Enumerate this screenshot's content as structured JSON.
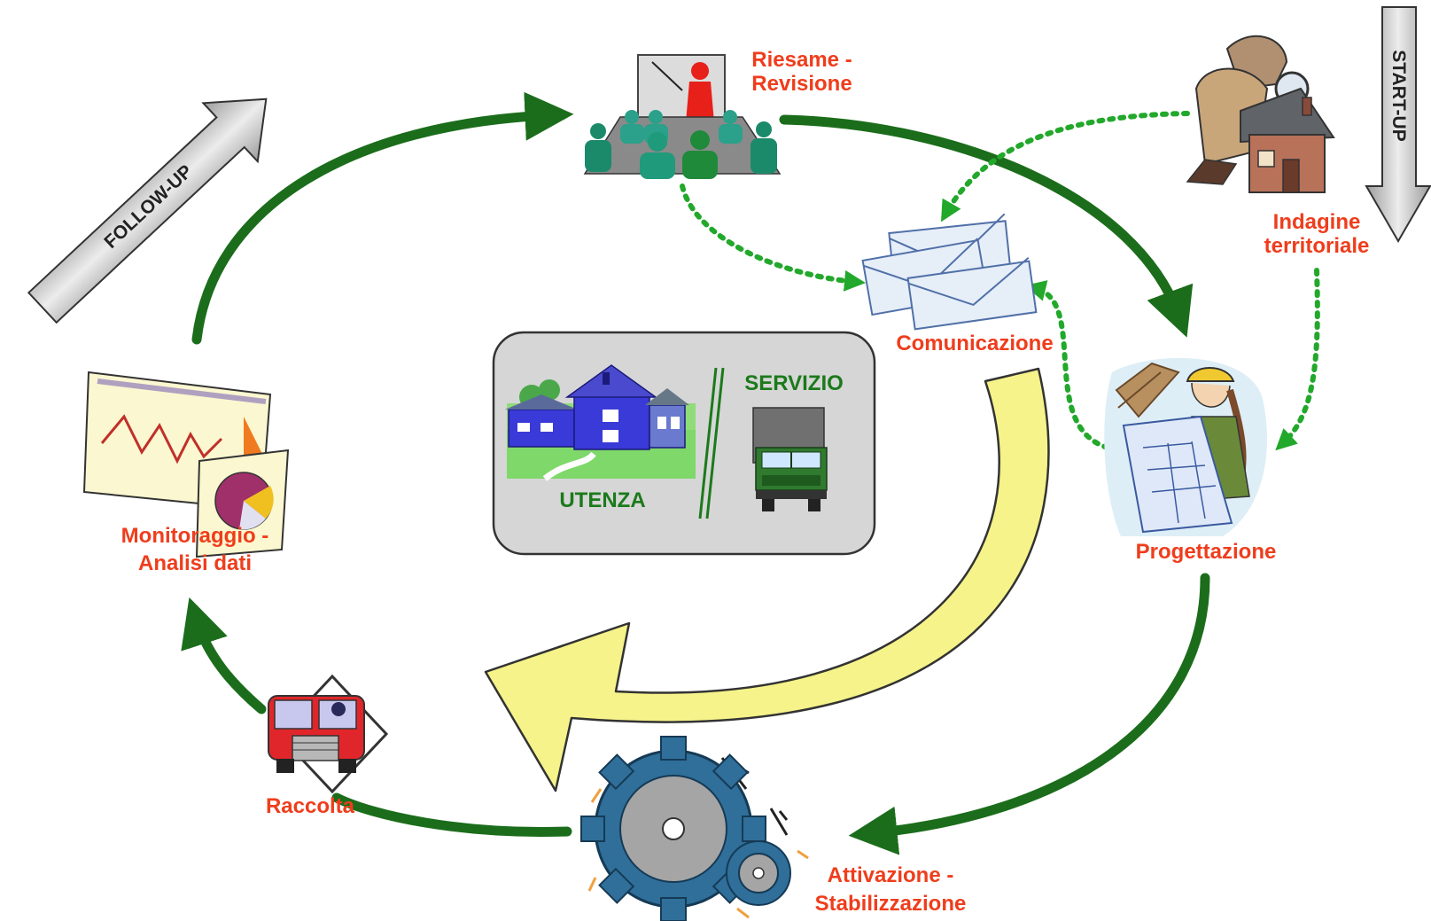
{
  "labels": {
    "riesame_line1": "Riesame -",
    "riesame_line2": "Revisione",
    "indagine_line1": "Indagine",
    "indagine_line2": "territoriale",
    "comunicazione": "Comunicazione",
    "progettazione": "Progettazione",
    "attivazione_line1": "Attivazione -",
    "attivazione_line2": "Stabilizzazione",
    "raccolta": "Raccolta",
    "monitoraggio_line1": "Monitoraggio -",
    "monitoraggio_line2": "Analisi dati",
    "servizio": "SERVIZIO",
    "utenza": "UTENZA",
    "follow_up": "FOLLOW-UP",
    "start_up": "START-UP"
  },
  "colors": {
    "stage_label": "#ef3d1c",
    "cycle_arrow": "#1b6d1b",
    "dotted_arrow": "#22a82b",
    "center_label": "#1b7a1b",
    "big_arrow_fill": "#f5f38a",
    "center_box": "#d6d6d6",
    "gray_arrow": "#d2d2d2"
  },
  "icons": {
    "riesame": "meeting-presentation-icon",
    "indagine": "detective-house-icon",
    "comunicazione": "envelopes-icon",
    "progettazione": "engineer-blueprint-icon",
    "attivazione": "gears-icon",
    "raccolta": "collection-truck-icon",
    "monitoraggio": "charts-icon",
    "utenza": "houses-icon",
    "servizio": "service-truck-icon"
  }
}
